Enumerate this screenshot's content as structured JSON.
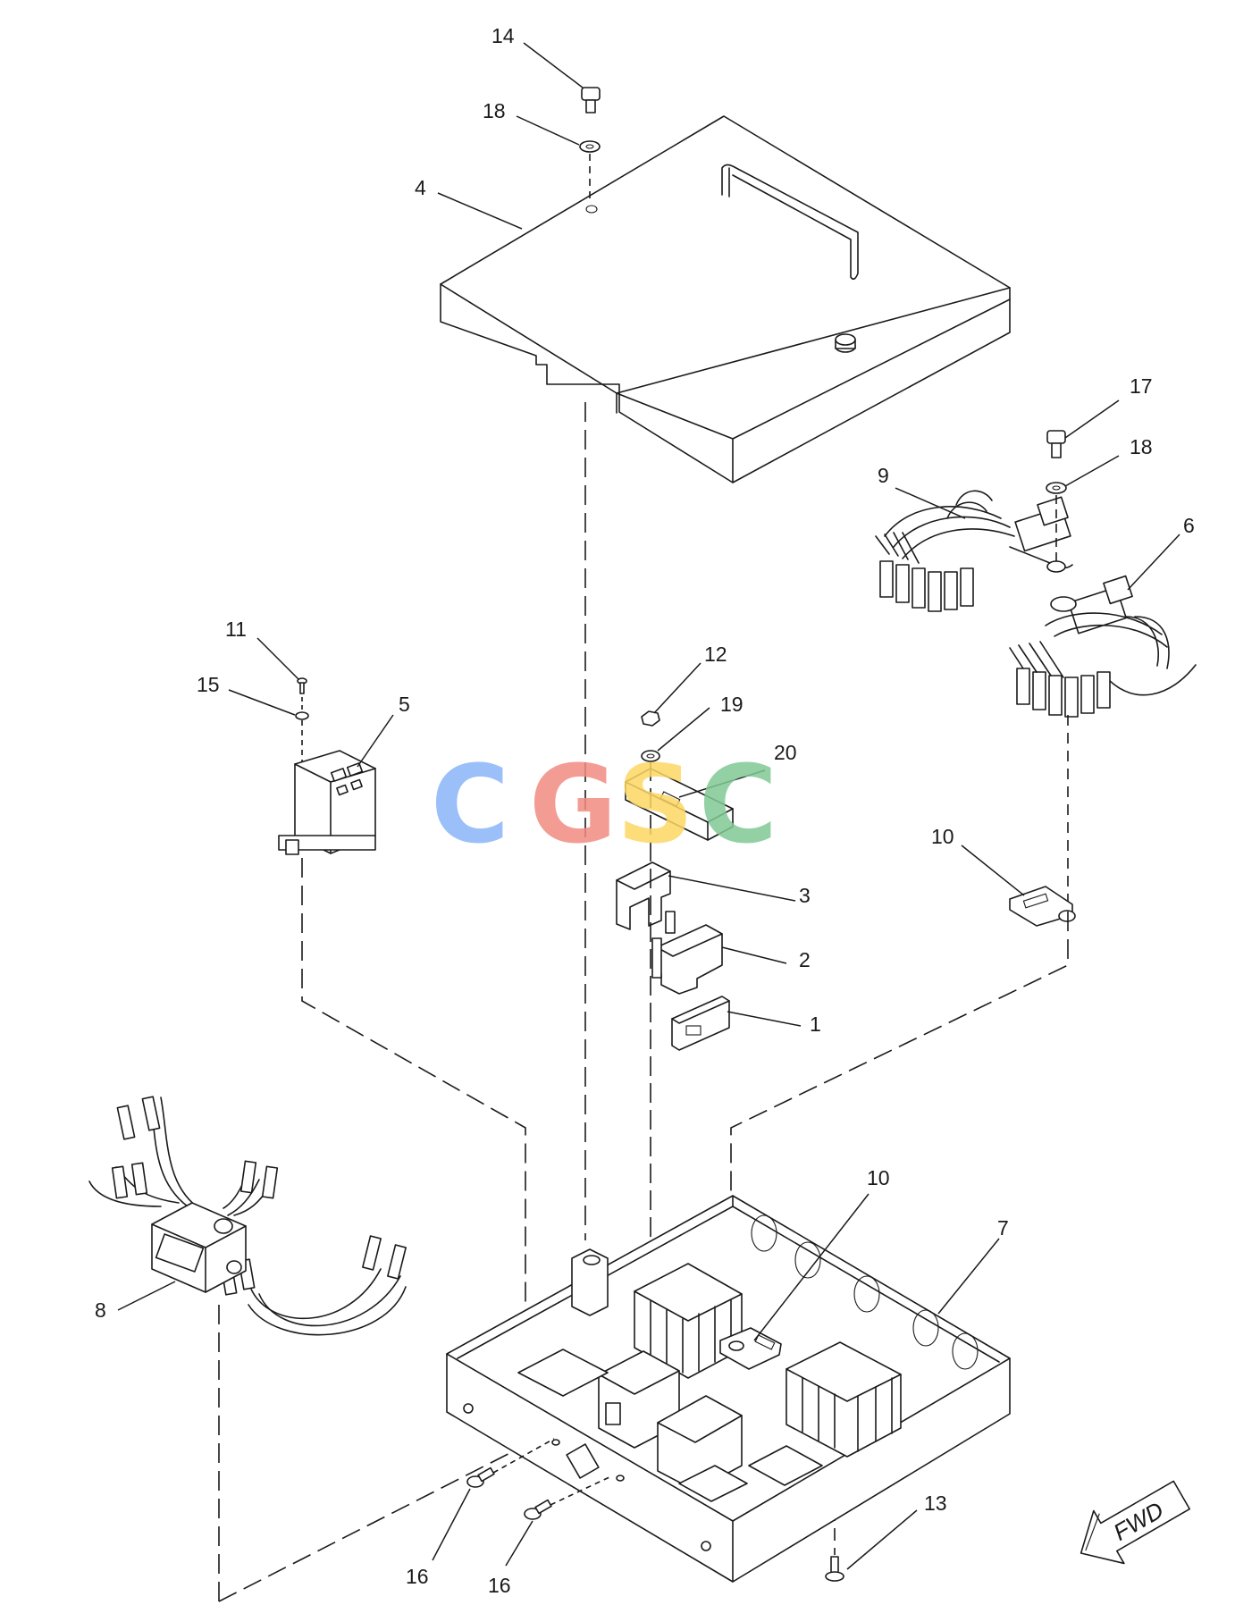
{
  "callouts": [
    {
      "id": "c14",
      "text": "14"
    },
    {
      "id": "c18a",
      "text": "18"
    },
    {
      "id": "c4",
      "text": "4"
    },
    {
      "id": "c17",
      "text": "17"
    },
    {
      "id": "c18b",
      "text": "18"
    },
    {
      "id": "c9",
      "text": "9"
    },
    {
      "id": "c6",
      "text": "6"
    },
    {
      "id": "c11",
      "text": "11"
    },
    {
      "id": "c15",
      "text": "15"
    },
    {
      "id": "c5",
      "text": "5"
    },
    {
      "id": "c12",
      "text": "12"
    },
    {
      "id": "c19",
      "text": "19"
    },
    {
      "id": "c20",
      "text": "20"
    },
    {
      "id": "c3",
      "text": "3"
    },
    {
      "id": "c2",
      "text": "2"
    },
    {
      "id": "c1",
      "text": "1"
    },
    {
      "id": "c10a",
      "text": "10"
    },
    {
      "id": "c10b",
      "text": "10"
    },
    {
      "id": "c7",
      "text": "7"
    },
    {
      "id": "c8",
      "text": "8"
    },
    {
      "id": "c13",
      "text": "13"
    },
    {
      "id": "c16a",
      "text": "16"
    },
    {
      "id": "c16b",
      "text": "16"
    }
  ],
  "watermark": {
    "letters": [
      "C",
      "G",
      "S",
      "C"
    ],
    "colors": [
      "#8ab4f8",
      "#f28b82",
      "#fdd663",
      "#81c995"
    ]
  },
  "direction_arrow": {
    "label": "FWD"
  }
}
